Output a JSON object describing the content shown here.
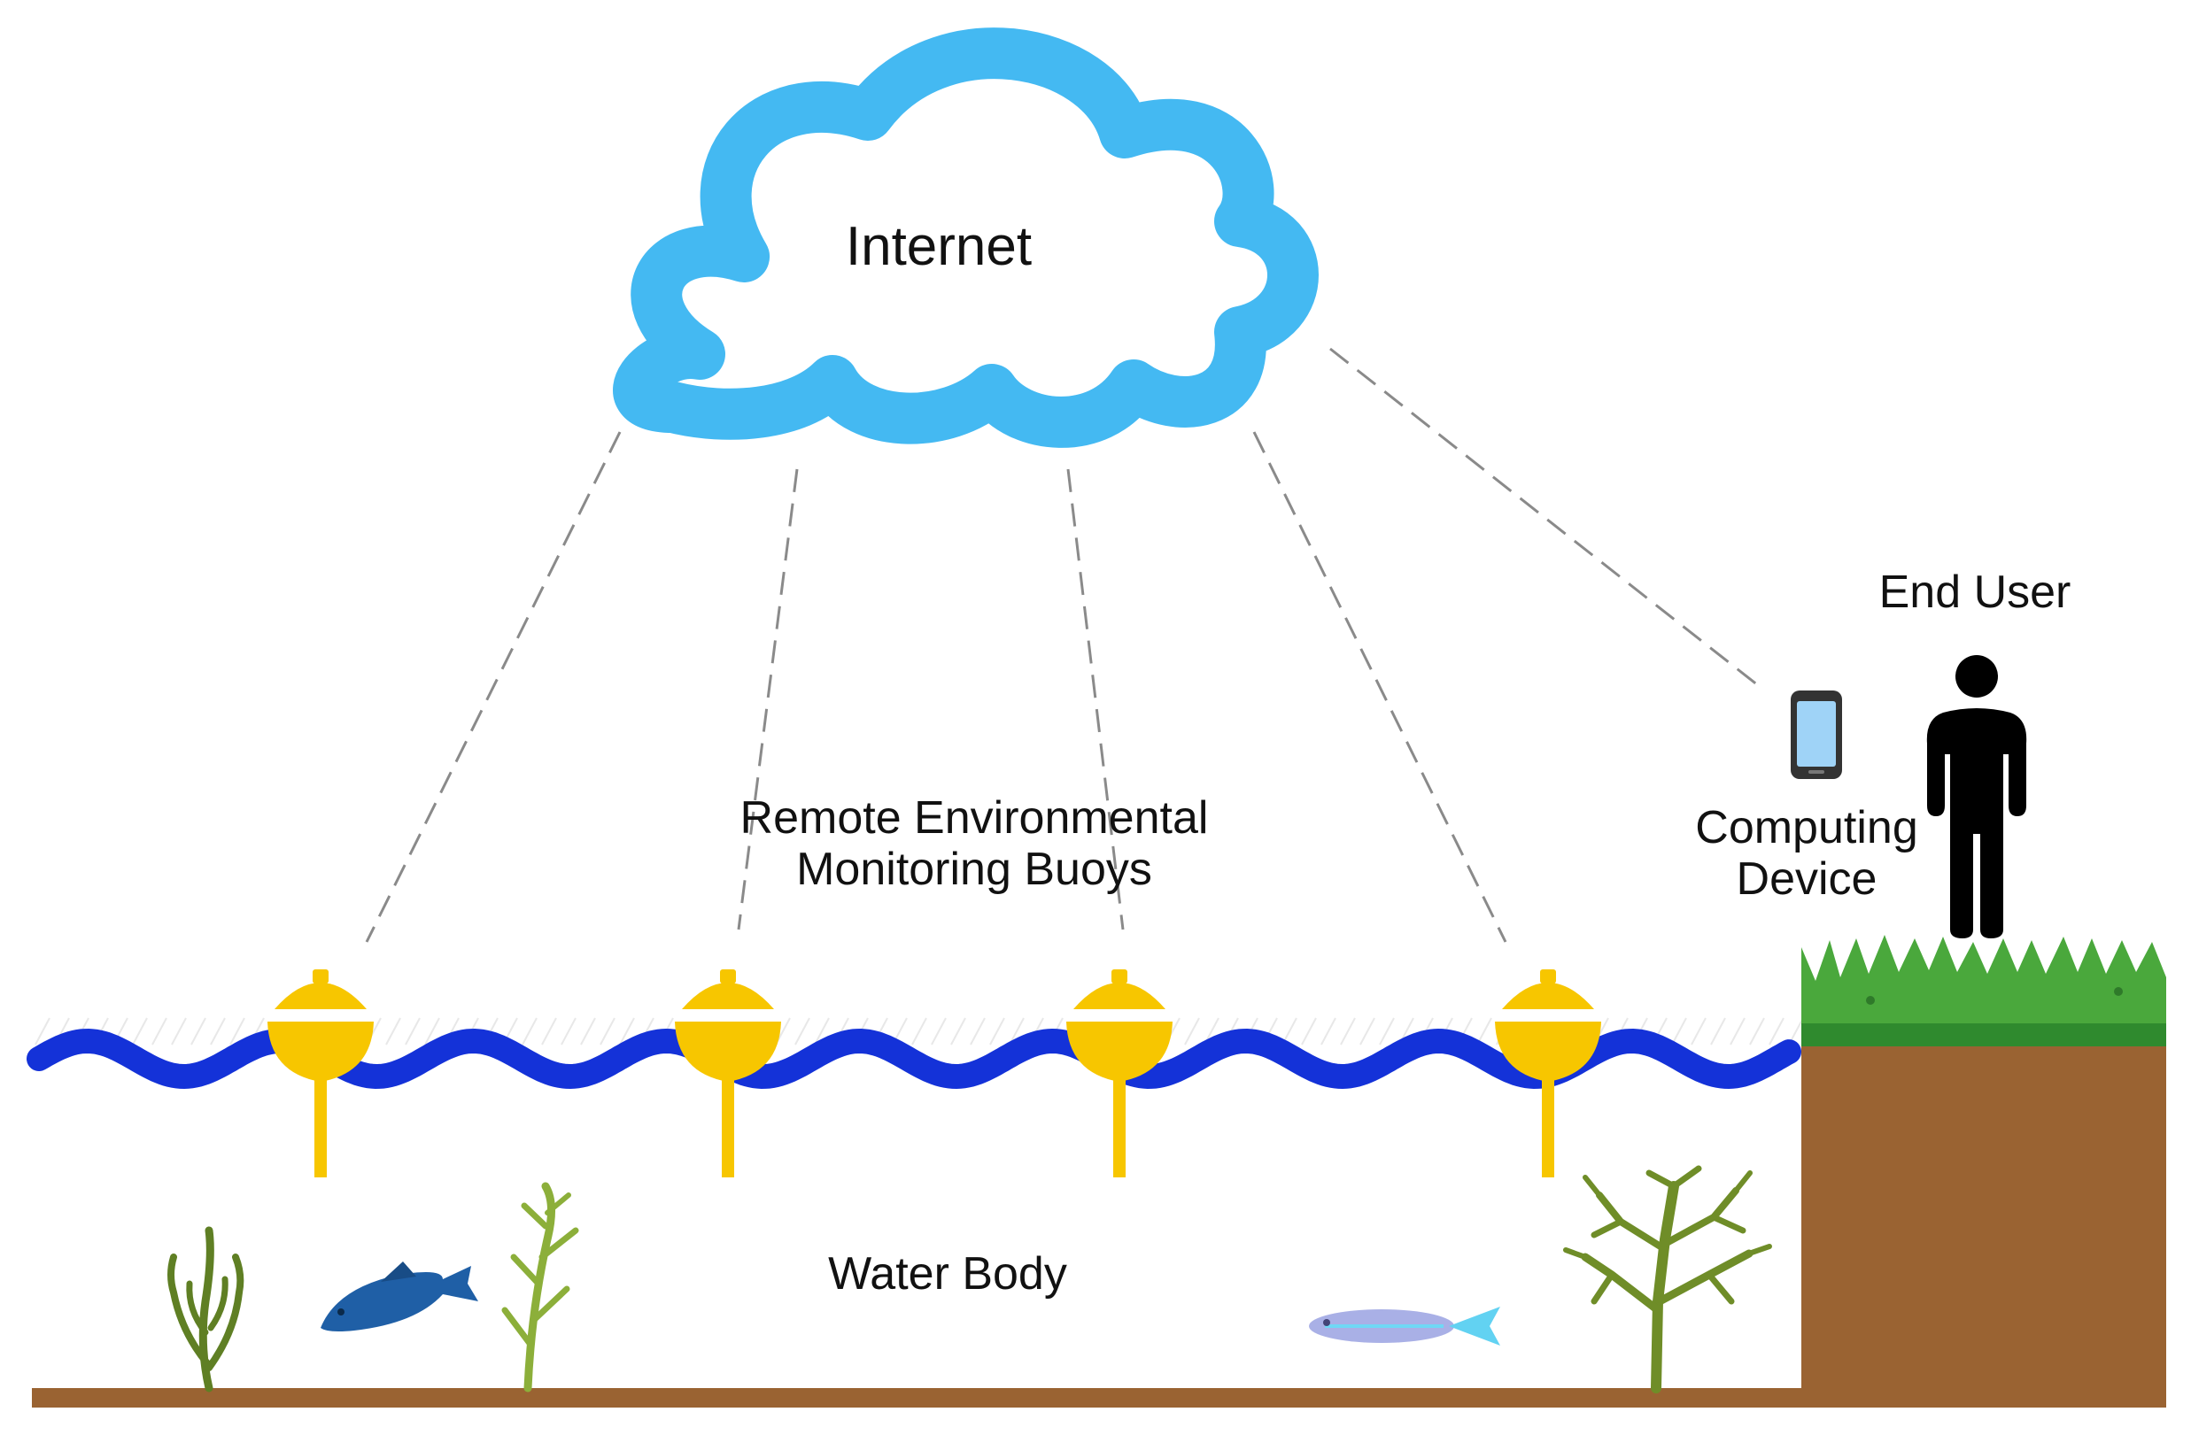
{
  "labels": {
    "internet": "Internet",
    "end_user": "End User",
    "computing_device_line1": "Computing",
    "computing_device_line2": "Device",
    "buoys_line1": "Remote Environmental",
    "buoys_line2": "Monitoring Buoys",
    "water_body": "Water Body"
  },
  "colors": {
    "cloud": "#44b9f2",
    "water": "#1432d8",
    "buoy": "#f7c600",
    "grass": "#3e9d3a",
    "soil": "#9a6332",
    "plant": "#6e8b2a",
    "person": "#000000",
    "phone": "#9fd3f7"
  },
  "icons": [
    "cloud-icon",
    "buoy-icon",
    "smartphone-icon",
    "person-icon",
    "fish-icon",
    "seaweed-icon",
    "grass-icon"
  ]
}
